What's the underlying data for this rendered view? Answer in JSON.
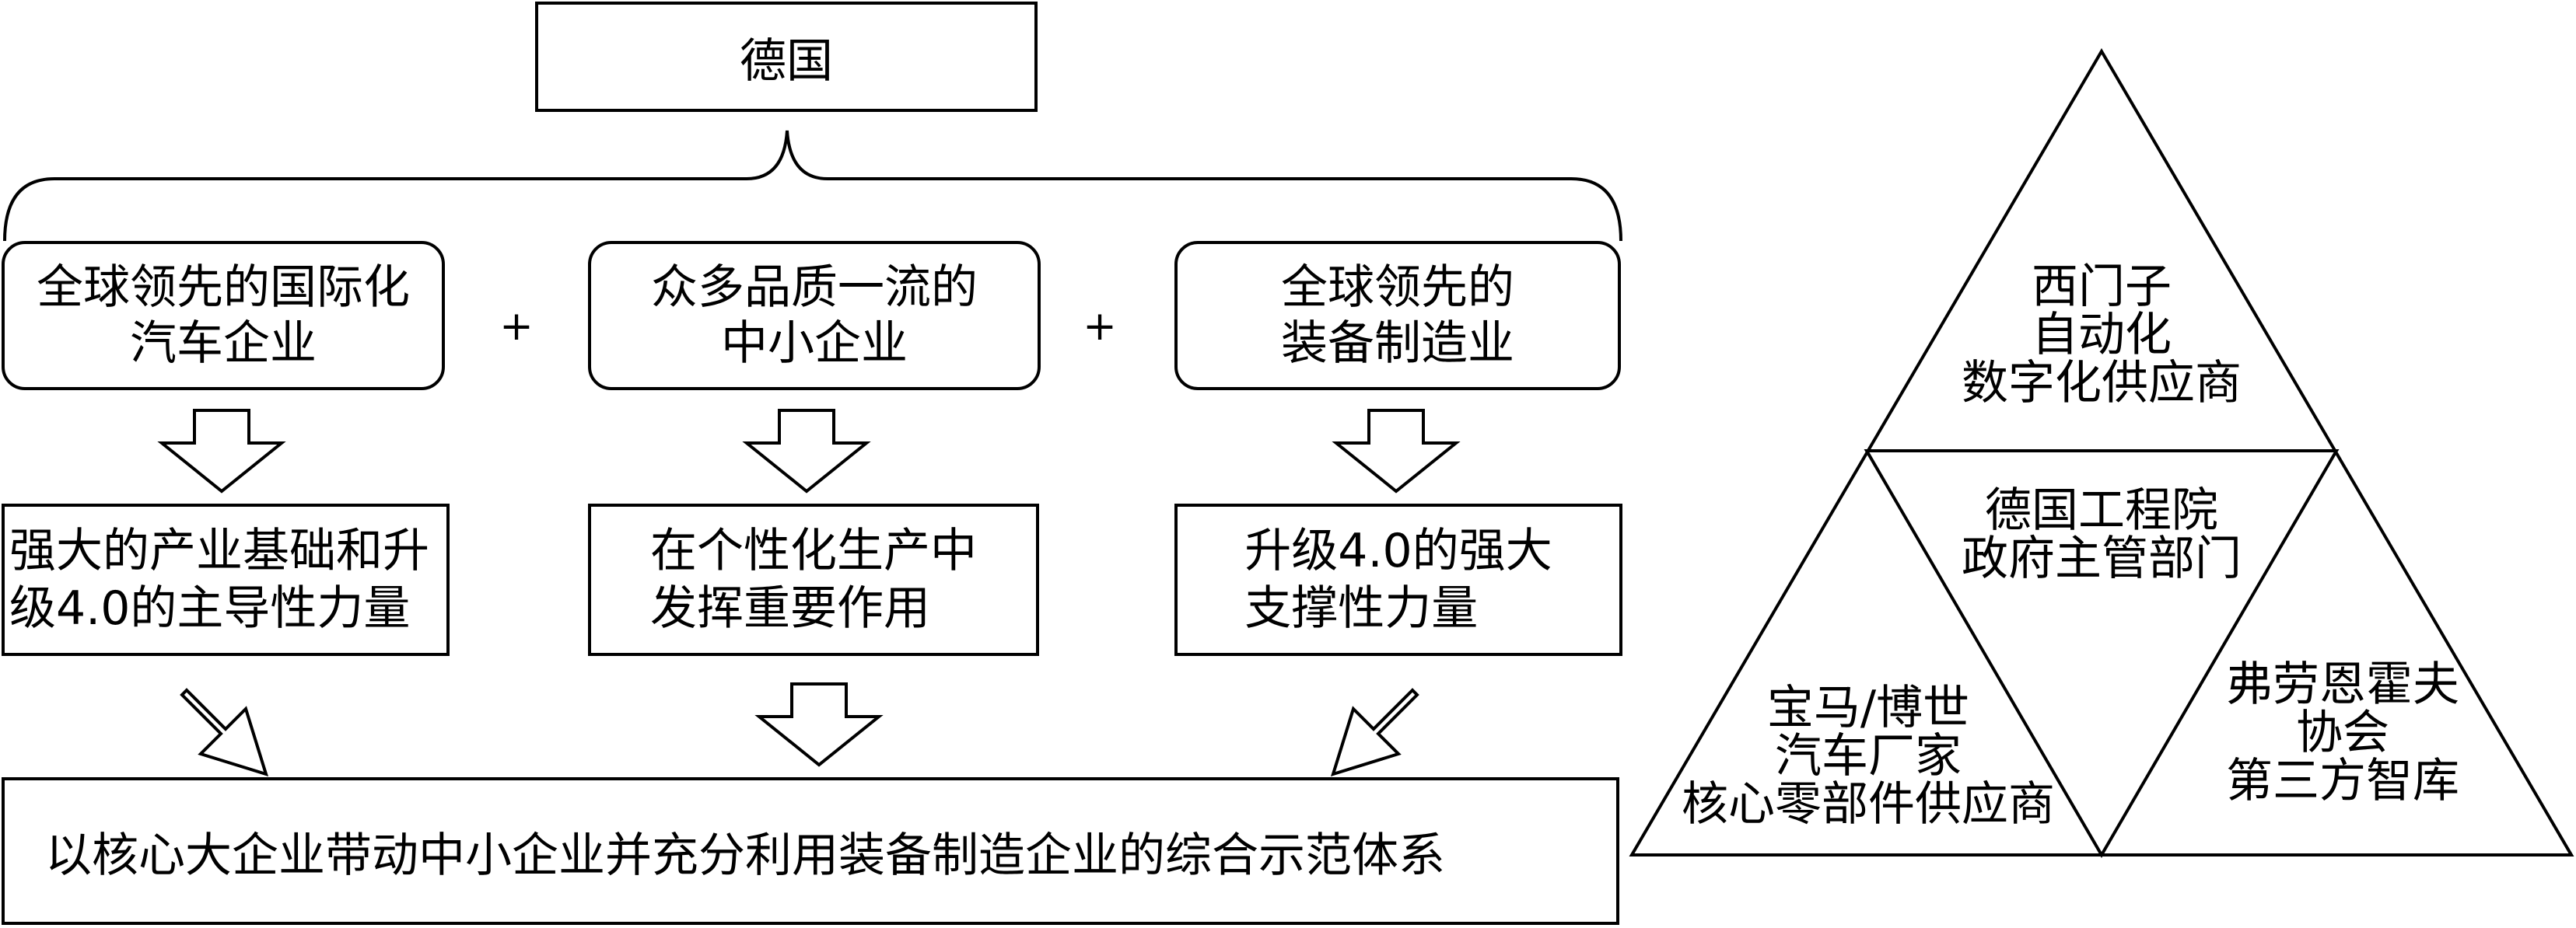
{
  "title": "德国",
  "pillars": [
    {
      "top_lines": [
        "全球领先的国际化",
        "汽车企业"
      ],
      "role_lines": [
        "强大的产业基础和升",
        "级4.0的主导性力量"
      ]
    },
    {
      "top_lines": [
        "众多品质一流的",
        "中小企业"
      ],
      "role_lines": [
        "在个性化生产中",
        "发挥重要作用"
      ]
    },
    {
      "top_lines": [
        "全球领先的",
        "装备制造业"
      ],
      "role_lines": [
        "升级4.0的强大",
        "支撑性力量"
      ]
    }
  ],
  "plus_symbols": [
    "+",
    "+"
  ],
  "bottom_text": "以核心大企业带动中小企业并充分利用装备制造企业的综合示范体系",
  "triangle": {
    "top": [
      "西门子",
      "自动化",
      "数字化供应商"
    ],
    "center": [
      "德国工程院",
      "政府主管部门"
    ],
    "left": [
      "宝马/博世",
      "汽车厂家",
      "核心零部件供应商"
    ],
    "right": [
      "弗劳恩霍夫",
      "协会",
      "第三方智库"
    ]
  }
}
